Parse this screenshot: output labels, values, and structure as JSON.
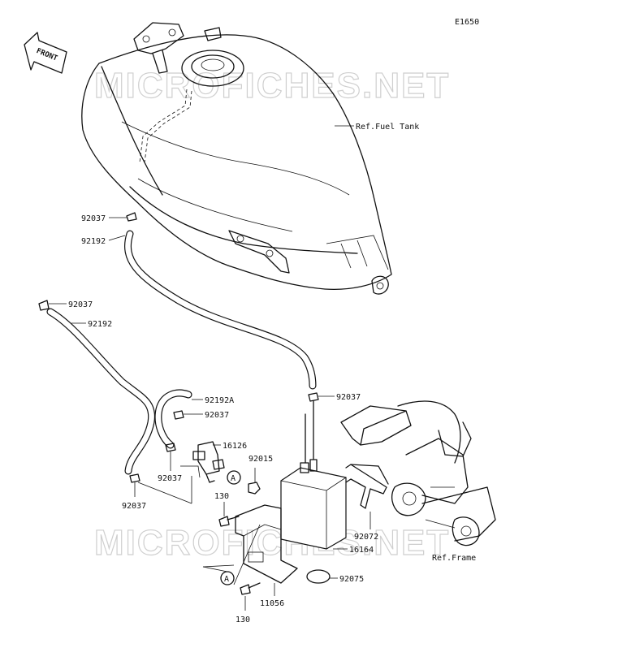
{
  "diagram": {
    "code": "E1650",
    "front_arrow": "FRONT",
    "watermark": "MICROFICHES.NET",
    "references": {
      "fuel_tank": "Ref.Fuel Tank",
      "frame": "Ref.Frame"
    },
    "circle_marker": "A",
    "parts": {
      "clamp_top": "92037",
      "hose_top": "92192",
      "clamp_left_top": "92037",
      "hose_left": "92192",
      "hose_a": "92192A",
      "clamp_mid": "92037",
      "clamp_right": "92037",
      "valve": "16126",
      "clamp_lower": "92037",
      "nut": "92015",
      "clamp_bottom_left": "92037",
      "bolt_top": "130",
      "bracket_strap": "92072",
      "canister": "16164",
      "cap": "92075",
      "bracket": "11056",
      "bolt_bottom": "130"
    }
  }
}
